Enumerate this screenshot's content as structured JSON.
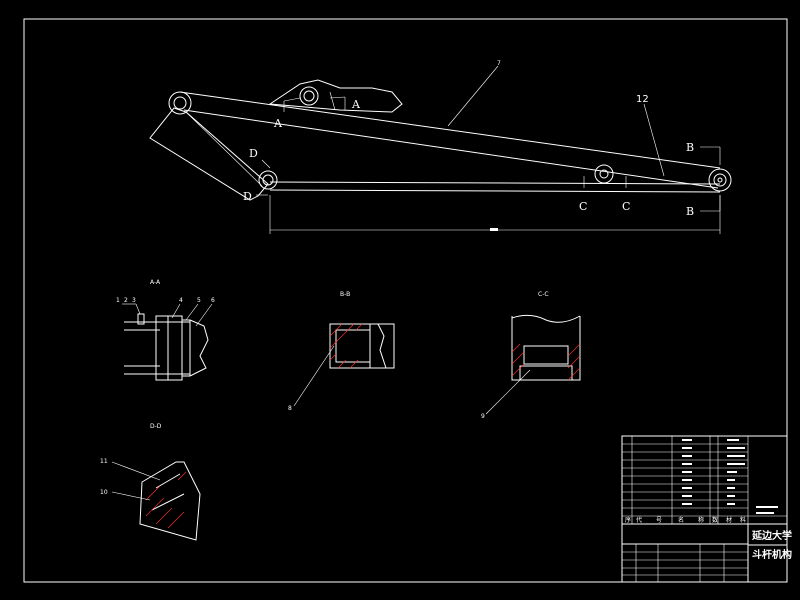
{
  "drawing": {
    "main_labels": {
      "section_a_left": "A",
      "section_a_right": "A",
      "section_d_top": "D",
      "section_d_bottom": "D",
      "section_b_top": "B",
      "section_b_bottom": "B",
      "section_c_left": "C",
      "section_c_right": "C"
    },
    "leaders": {
      "part_7": "7",
      "part_12": "12"
    },
    "section_views": {
      "aa_title": "A-A",
      "aa_parts": [
        "1",
        "2",
        "3",
        "4",
        "5",
        "6"
      ],
      "bb_title": "B-B",
      "bb_part": "8",
      "cc_title": "C-C",
      "cc_part": "9",
      "dd_title": "D-D",
      "dd_parts": [
        "11",
        "10"
      ]
    }
  },
  "title_block": {
    "university": "延边大学",
    "drawing_title": "斗杆机构",
    "header_cols": [
      "序",
      "代",
      "号",
      "名",
      "称",
      "数",
      "材",
      "料"
    ]
  }
}
